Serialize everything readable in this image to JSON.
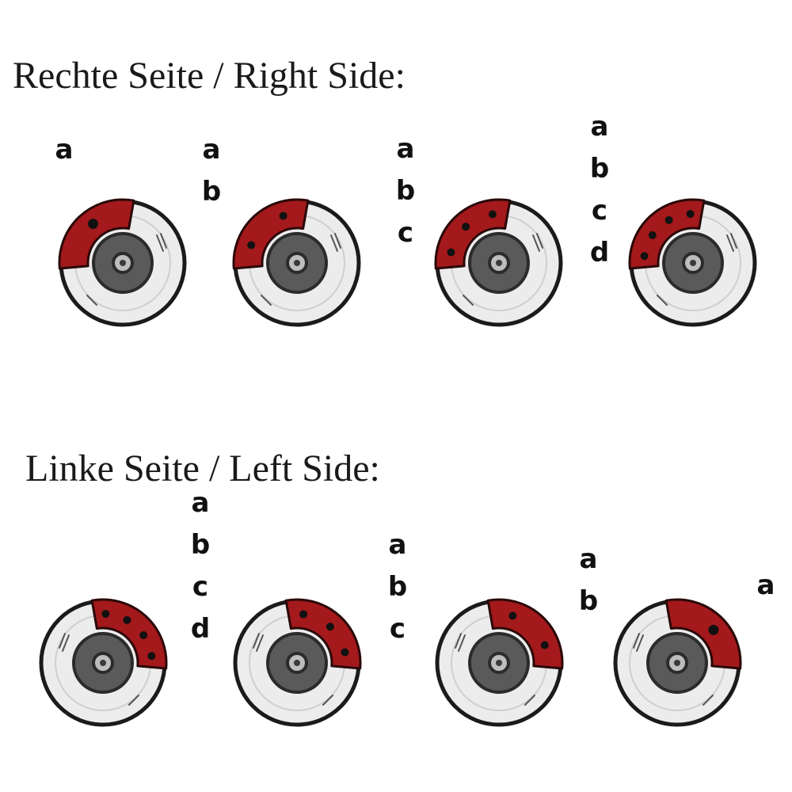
{
  "sections": {
    "right": {
      "title": "Rechte Seite / Right Side:"
    },
    "left": {
      "title": "Linke Seite / Left Side:"
    }
  },
  "colors": {
    "caliper": "#a4191b",
    "caliper_outline": "#2a0808",
    "disc_ring": "#ececec",
    "disc_outline": "#1b1b1b",
    "hub": "#5a5a5a",
    "hub_center": "#bdbdbd",
    "piston": "#111111"
  },
  "right_side": [
    {
      "labels": [
        "a"
      ],
      "pistons": 1
    },
    {
      "labels": [
        "a",
        "b"
      ],
      "pistons": 2
    },
    {
      "labels": [
        "a",
        "b",
        "c"
      ],
      "pistons": 3
    },
    {
      "labels": [
        "a",
        "b",
        "c",
        "d"
      ],
      "pistons": 4
    }
  ],
  "left_side": [
    {
      "labels": [
        "a",
        "b",
        "c",
        "d"
      ],
      "pistons": 4
    },
    {
      "labels": [
        "a",
        "b",
        "c"
      ],
      "pistons": 3
    },
    {
      "labels": [
        "a",
        "b"
      ],
      "pistons": 2
    },
    {
      "labels": [
        "a"
      ],
      "pistons": 1
    }
  ]
}
